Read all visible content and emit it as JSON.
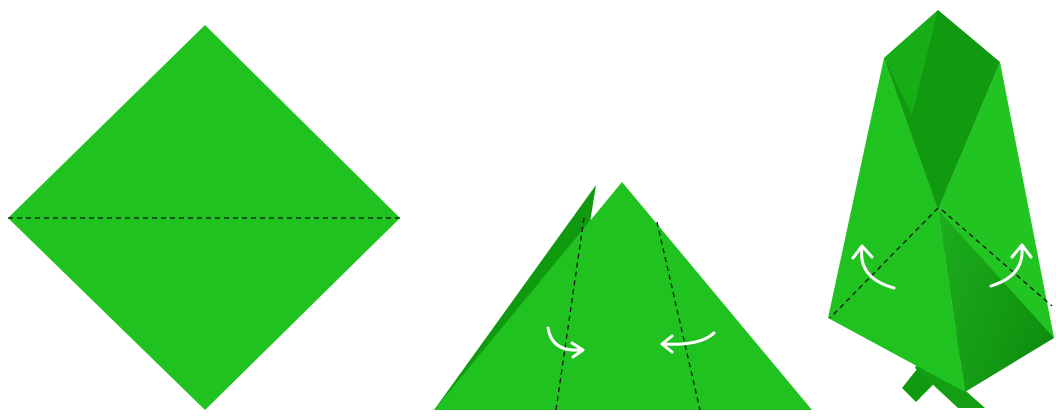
{
  "diagram": {
    "steps": [
      {
        "name": "square-diamond",
        "fold_line": "dashed",
        "fold": "valley"
      },
      {
        "name": "triangle",
        "fold_lines": 2,
        "arrows": [
          "curl-right",
          "curl-left"
        ]
      },
      {
        "name": "folded-shape",
        "fold_lines": 2,
        "arrows": [
          "curl-up-left",
          "curl-up-right"
        ]
      }
    ],
    "colors": {
      "paper": "#1fc21f",
      "paper_dark": "#109a10",
      "paper_shadow": "#0c8a0c",
      "fold_line": "#111111",
      "arrow": "#ffffff",
      "background": "#ffffff"
    }
  }
}
